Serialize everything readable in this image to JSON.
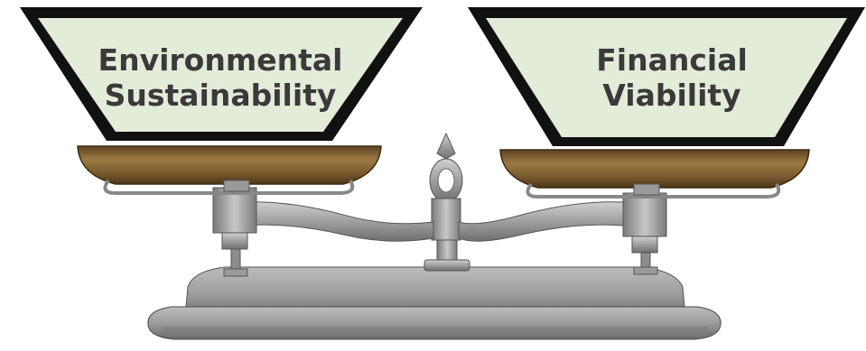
{
  "left_pan": {
    "line1": "Environmental",
    "line2": "Sustainability",
    "box_fill": "#e2ecd8",
    "box_border": "#111111"
  },
  "right_pan": {
    "line1": "Financial",
    "line2": "Viability",
    "box_fill": "#e2ecd8",
    "box_border": "#111111"
  },
  "scale": {
    "pan_color": "#8a6a3a",
    "metal_color": "#9a9a9a"
  }
}
